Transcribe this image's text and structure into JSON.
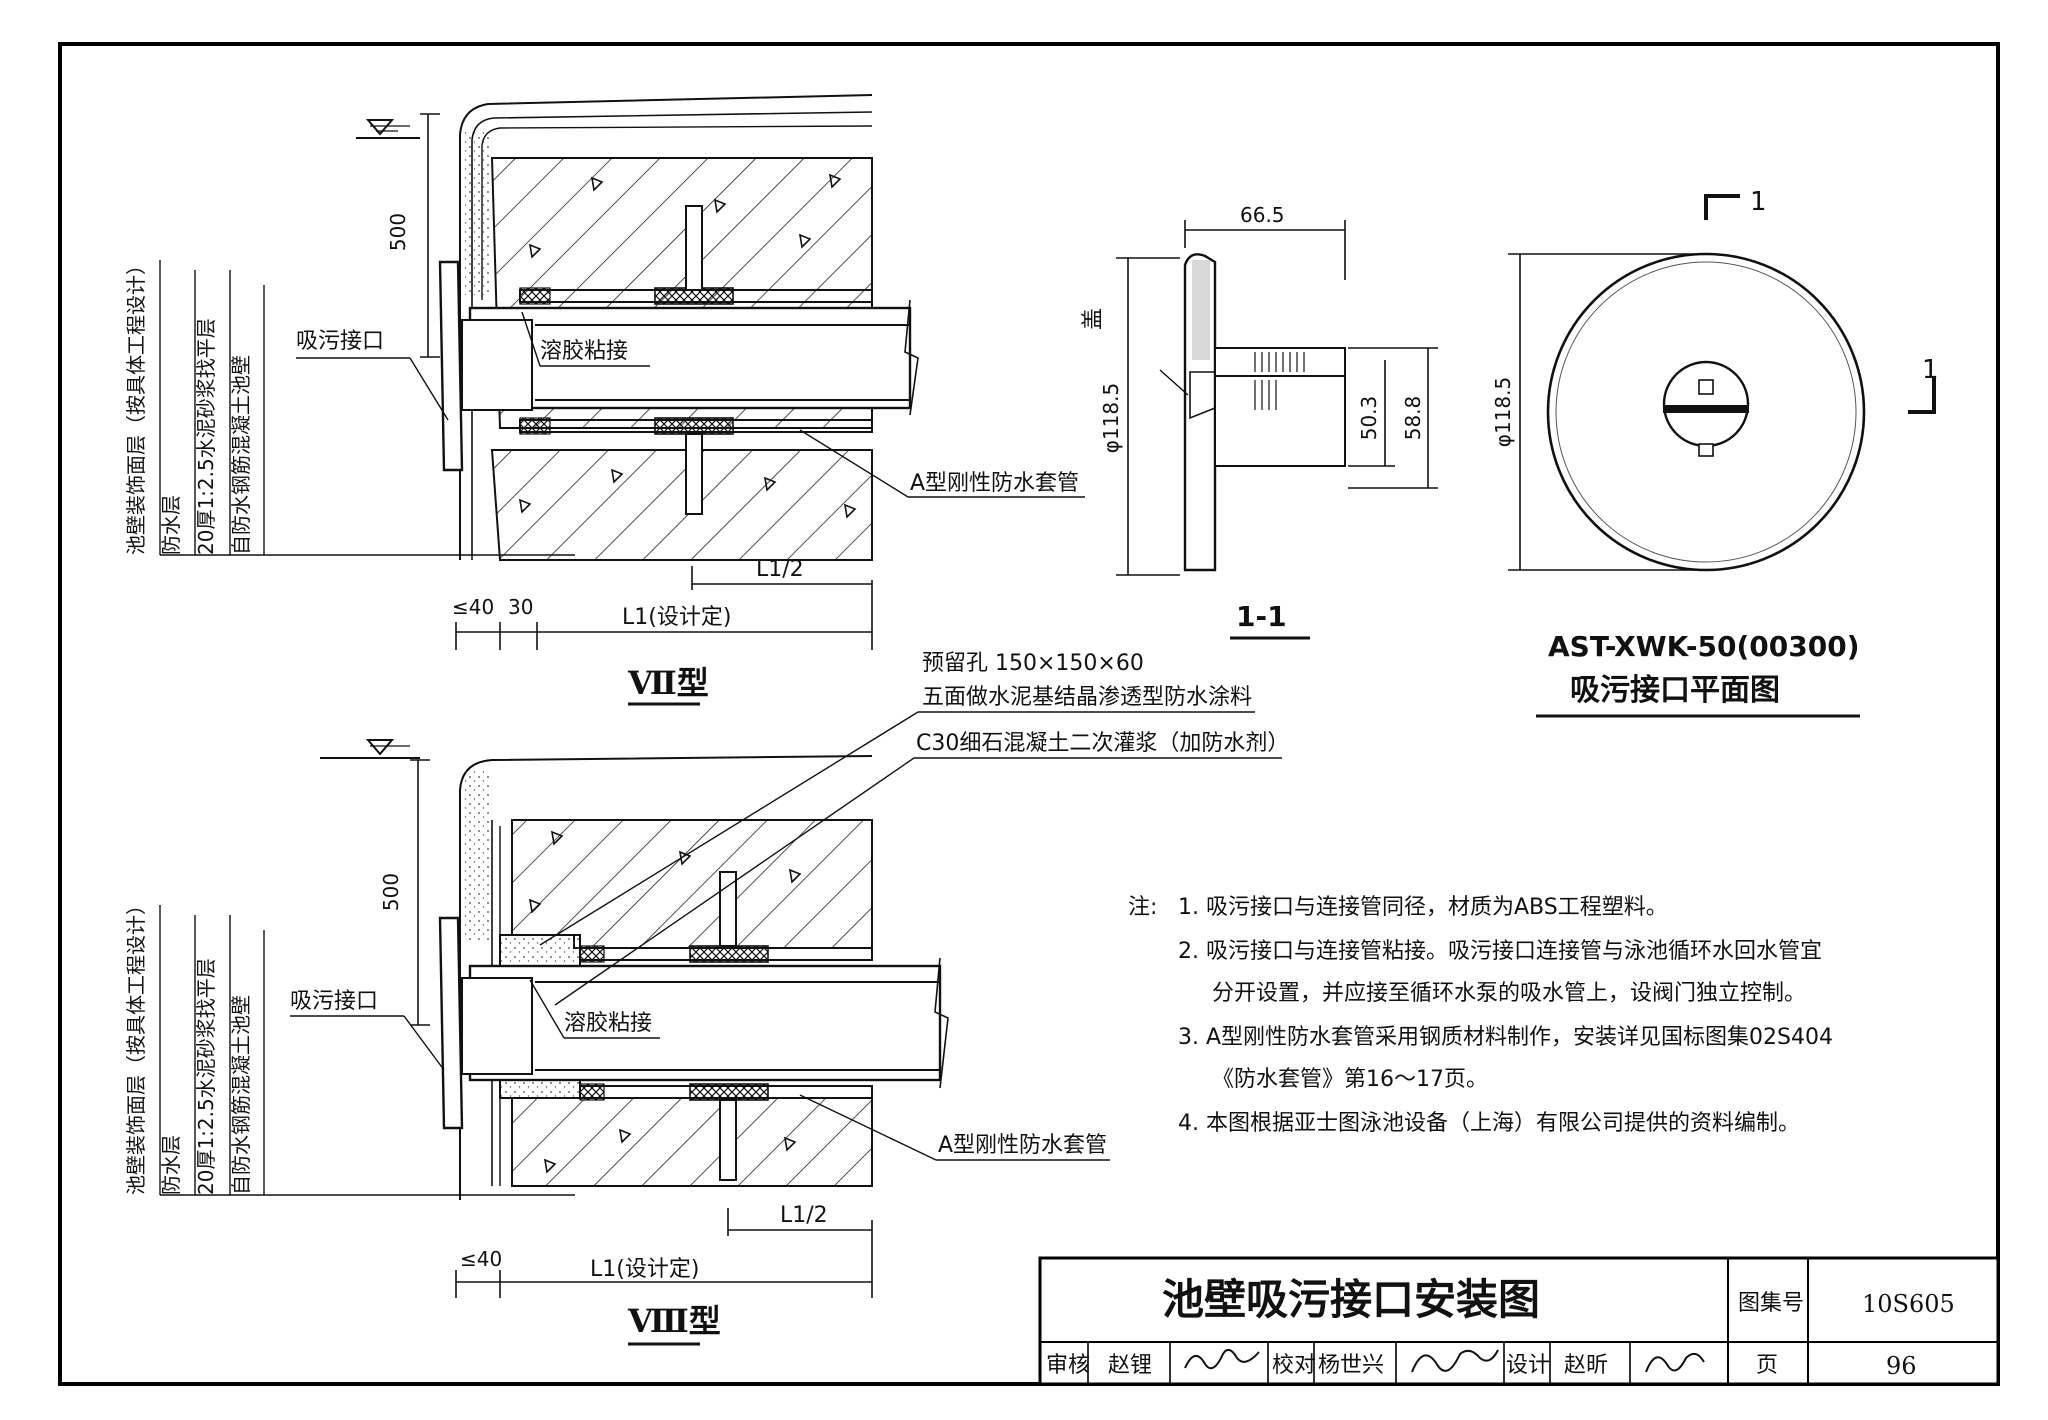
{
  "title_block": {
    "title": "池壁吸污接口安装图",
    "atlas_label": "图集号",
    "atlas_no": "10S605",
    "review_label": "审核",
    "review_name": "赵锂",
    "check_label": "校对",
    "check_name": "杨世兴",
    "design_label": "设计",
    "design_name": "赵昕",
    "page_label": "页",
    "page_no": "96"
  },
  "type7": {
    "caption": "Ⅶ型",
    "layers": [
      "池壁装饰面层（按具体工程设计）",
      "防水层",
      "20厚1:2.5水泥砂浆找平层",
      "自防水钢筋混凝土池壁"
    ],
    "inlet_label": "吸污接口",
    "glue_label": "溶胶粘接",
    "sleeve_label": "A型刚性防水套管",
    "dim_500": "500",
    "dim_40": "≤40",
    "dim_30": "30",
    "dim_L1": "L1(设计定)",
    "dim_L1_2": "L1/2"
  },
  "type8": {
    "caption": "Ⅷ型",
    "layers": [
      "池壁装饰面层（按具体工程设计）",
      "防水层",
      "20厚1:2.5水泥砂浆找平层",
      "自防水钢筋混凝土池壁"
    ],
    "inlet_label": "吸污接口",
    "glue_label": "溶胶粘接",
    "sleeve_label": "A型刚性防水套管",
    "hole_note_1": "预留孔 150×150×60",
    "hole_note_2": "五面做水泥基结晶渗透型防水涂料",
    "grout_note": "C30细石混凝土二次灌浆（加防水剂）",
    "dim_500": "500",
    "dim_40": "≤40",
    "dim_L1": "L1(设计定)",
    "dim_L1_2": "L1/2"
  },
  "section": {
    "caption": "1-1",
    "cover_label": "盖",
    "dim_top": "66.5",
    "dim_dia": "φ118.5",
    "dim_in": "50.3",
    "dim_out": "58.8"
  },
  "plan": {
    "model": "AST-XWK-50(00300)",
    "caption": "吸污接口平面图",
    "dim_dia": "φ118.5",
    "cut_mark": "1"
  },
  "notes": {
    "prefix": "注:",
    "items": [
      "1.  吸污接口与连接管同径，材质为ABS工程塑料。",
      "2.  吸污接口与连接管粘接。吸污接口连接管与泳池循环水回水管宜",
      "分开设置，并应接至循环水泵的吸水管上，设阀门独立控制。",
      "3.  A型刚性防水套管采用钢质材料制作，安装详见国标图集02S404",
      "《防水套管》第16～17页。",
      "4.  本图根据亚士图泳池设备（上海）有限公司提供的资料编制。"
    ]
  }
}
